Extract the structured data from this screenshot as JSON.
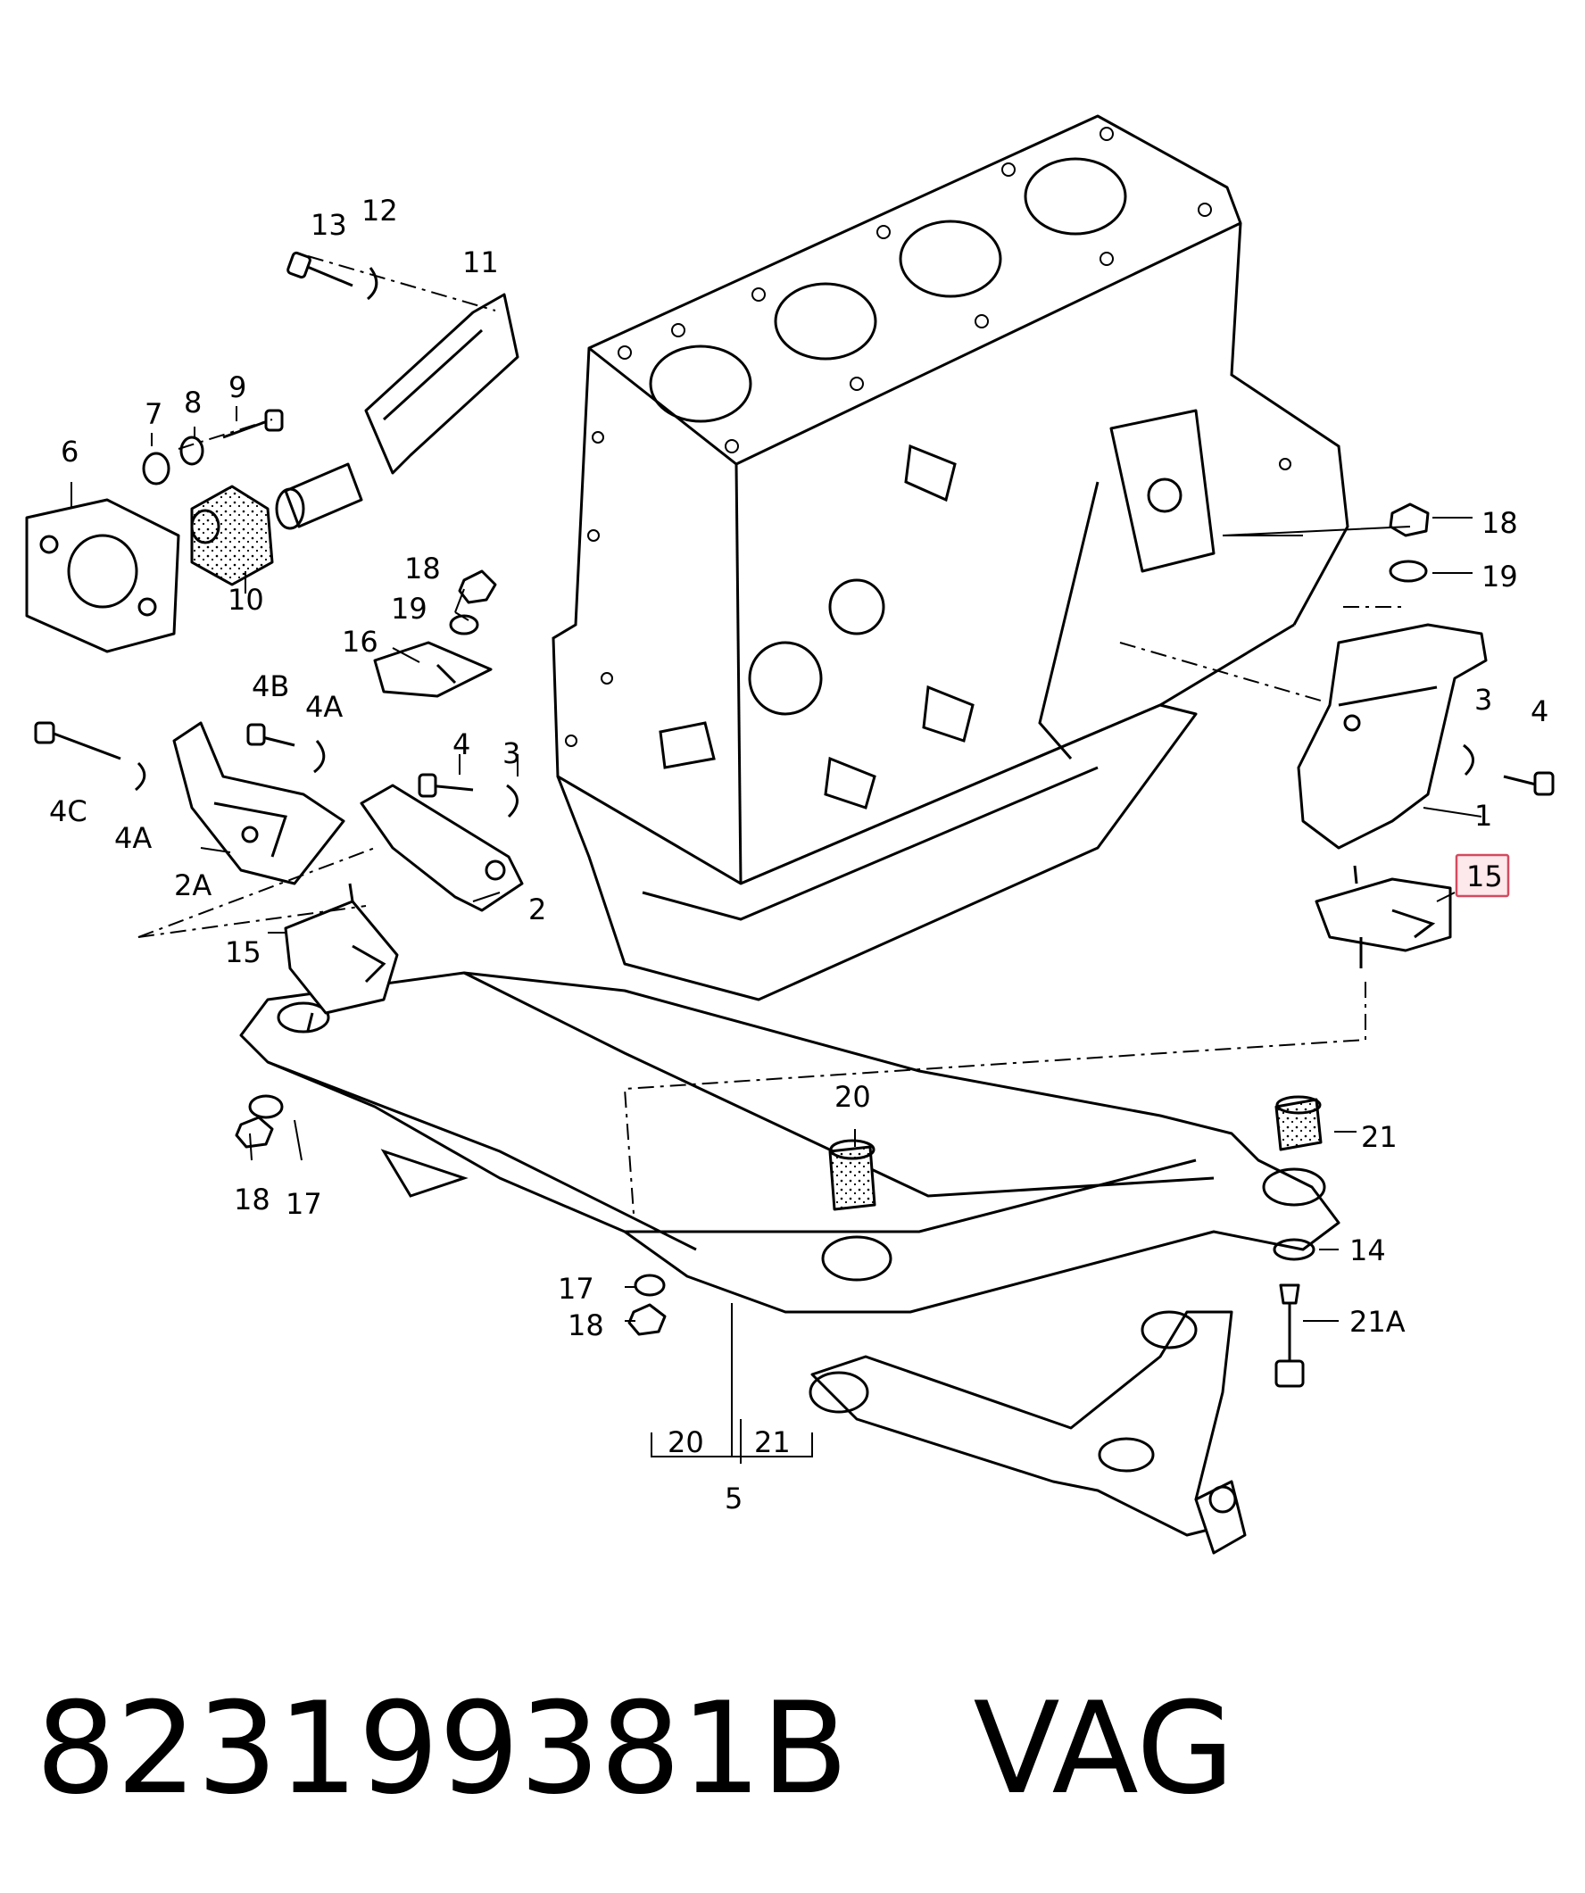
{
  "labels": {
    "p1": "1",
    "p2": "2",
    "p2a": "2A",
    "p3a": "3",
    "p3b": "3",
    "p4a": "4",
    "p4b": "4",
    "p4aa": "4A",
    "p4ab": "4A",
    "p4b_label": "4B",
    "p4c": "4C",
    "p5": "5",
    "p6": "6",
    "p7": "7",
    "p8": "8",
    "p9": "9",
    "p10": "10",
    "p11": "11",
    "p12": "12",
    "p13": "13",
    "p14": "14",
    "p15a": "15",
    "p15b": "15",
    "p16": "16",
    "p17a": "17",
    "p17b": "17",
    "p18a": "18",
    "p18b": "18",
    "p18c": "18",
    "p18d": "18",
    "p19a": "19",
    "p19b": "19",
    "p20a": "20",
    "p20b": "20",
    "p21a": "21",
    "p21b": "21",
    "p21c": "21A"
  },
  "highlighted_label": "15",
  "highlight_color": "#d44a5e",
  "footer": {
    "part_number": "823199381B",
    "brand": "VAG"
  }
}
